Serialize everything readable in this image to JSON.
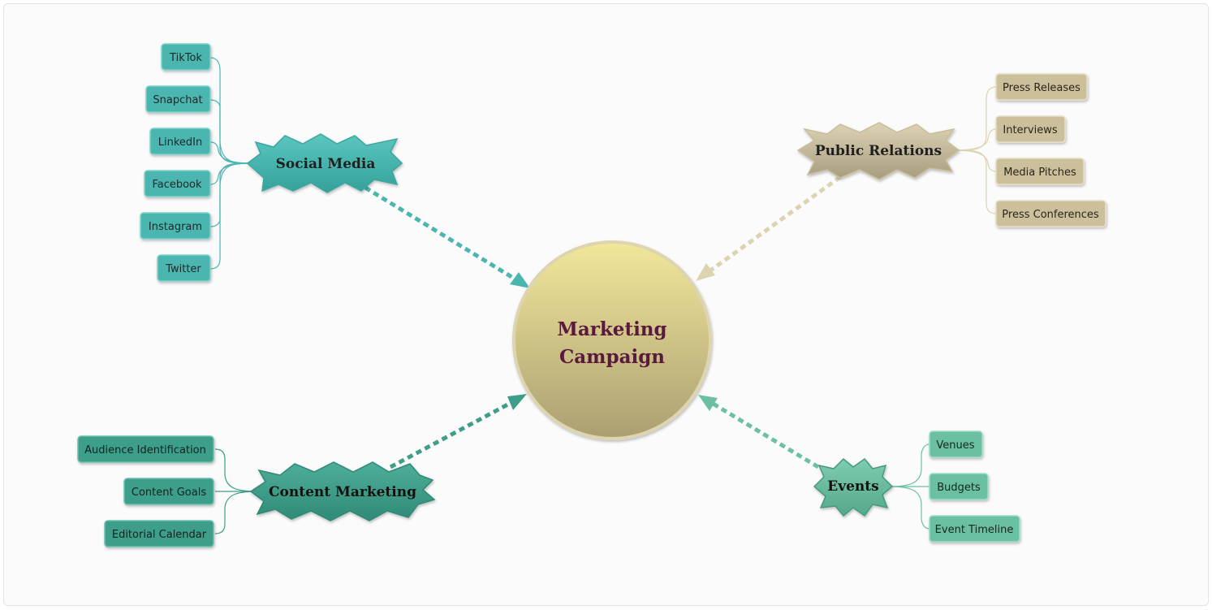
{
  "center": {
    "line1": "Marketing",
    "line2": "Campaign"
  },
  "branches": {
    "social": {
      "label": "Social Media",
      "items": [
        "TikTok",
        "Snapchat",
        "LinkedIn",
        "Facebook",
        "Instagram",
        "Twitter"
      ]
    },
    "pr": {
      "label": "Public Relations",
      "items": [
        "Press Releases",
        "Interviews",
        "Media Pitches",
        "Press Conferences"
      ]
    },
    "content": {
      "label": "Content Marketing",
      "items": [
        "Audience Identification",
        "Content Goals",
        "Editorial Calendar"
      ]
    },
    "events": {
      "label": "Events",
      "items": [
        "Venues",
        "Budgets",
        "Event Timeline"
      ]
    }
  },
  "colors": {
    "social": "#4bb5b0",
    "social_dark": "#2e8f8a",
    "pr": "#cfc4a4",
    "pr_dark": "#a99d7c",
    "content": "#3e9e8a",
    "content_dark": "#267a68",
    "events": "#6cc0a2",
    "events_dark": "#49997d",
    "center_top": "#efe59a",
    "center_bottom": "#b5a876",
    "center_text": "#5a1a3e"
  }
}
